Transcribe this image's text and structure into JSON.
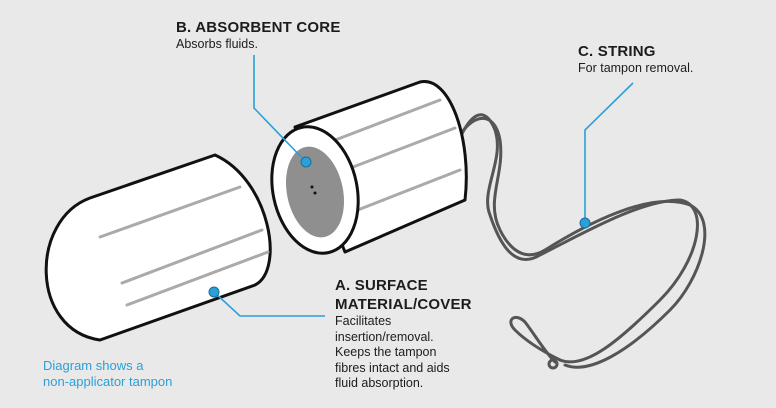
{
  "labels": {
    "core": {
      "title": "B. ABSORBENT CORE",
      "description": "Absorbs fluids."
    },
    "string": {
      "title": "C. STRING",
      "description": "For tampon removal."
    },
    "surface": {
      "title_line1": "A. SURFACE",
      "title_line2": "MATERIAL/COVER",
      "description_lines": [
        "Facilitates",
        "insertion/removal.",
        "Keeps the tampon",
        "fibres intact and aids",
        "fluid absorption."
      ]
    }
  },
  "note_lines": [
    "Diagram shows a",
    "non-applicator tampon"
  ],
  "colors": {
    "accent": "#2b9fd8",
    "background": "#e9e9e9",
    "core": "#8f8f8f",
    "string": "#555555"
  }
}
